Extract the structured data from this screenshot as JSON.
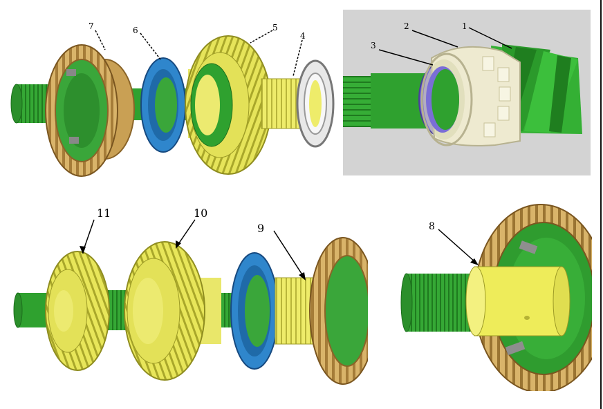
{
  "labels": {
    "p1": "1",
    "p2": "2",
    "p3": "3",
    "p4": "4",
    "p5": "5",
    "p6": "6",
    "p7": "7",
    "p8": "8",
    "p9": "9",
    "p10": "10",
    "p11": "11"
  },
  "colors": {
    "shaft": "#2fa12f",
    "shaft_dark": "#1c6e1c",
    "gear_yellow": "#e8e65a",
    "gear_yellow_dark": "#b0ae2a",
    "gear_gold": "#d9b46a",
    "gear_gold_dark": "#9a7432",
    "synchro_blue": "#2f86cc",
    "synchro_dark": "#1a4f88",
    "bearing_cream": "#eeead0",
    "panel_grey": "#d3d3d3"
  }
}
